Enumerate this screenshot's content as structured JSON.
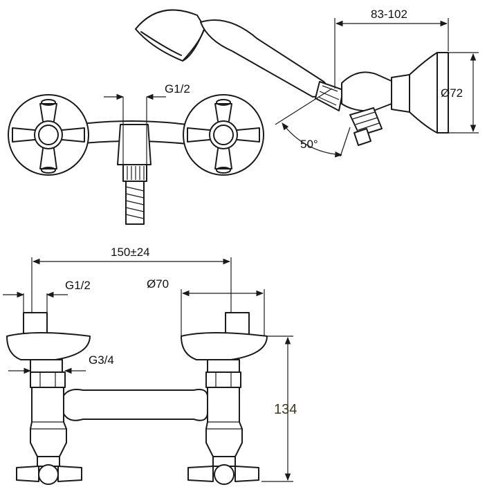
{
  "colors": {
    "line": "#1a1a1a",
    "background": "#ffffff",
    "highlight_label": "#3b3a1c"
  },
  "dimensions": {
    "hand_shower_range": "83-102",
    "thread_top": "G1/2",
    "wall_bracket_diameter": "Ø72",
    "tilt_angle": "50°",
    "center_distance": "150±24",
    "thread_inlet": "G1/2",
    "rosette_diameter": "Ø70",
    "thread_connection": "G3/4",
    "height": "134"
  }
}
